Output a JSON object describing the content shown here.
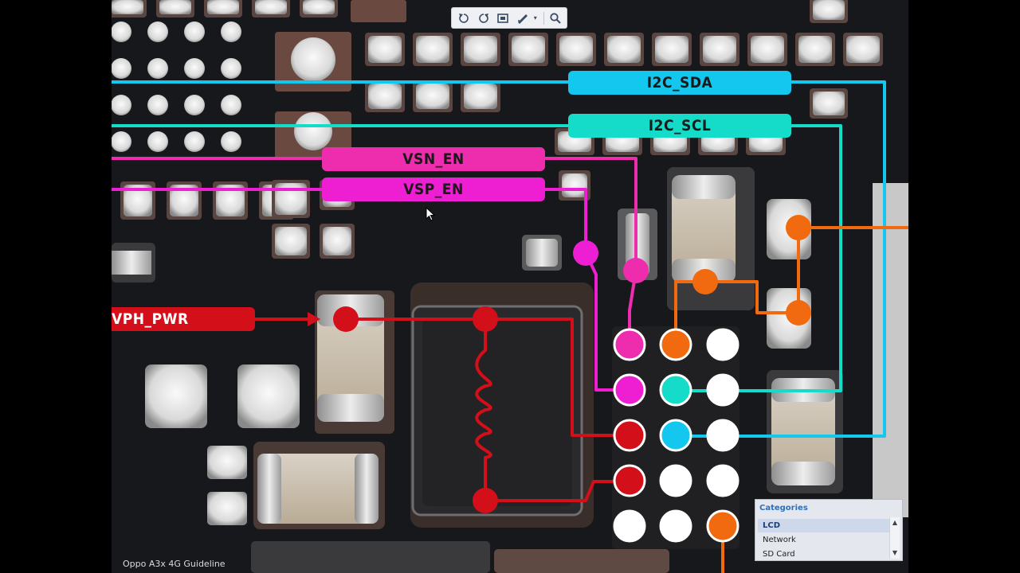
{
  "viewer": {
    "watermark": "Oppo A3x 4G Guideline",
    "toolbar": {
      "rotate_left_icon": "rotate-left-icon",
      "rotate_right_icon": "rotate-right-icon",
      "fit_icon": "fit-screen-icon",
      "pen_icon": "pen-tool-icon",
      "dropdown_icon": "chevron-down-icon",
      "search_icon": "search-icon"
    }
  },
  "nets": {
    "i2c_sda": {
      "label": "I2C_SDA",
      "color": "#13c7ee"
    },
    "i2c_scl": {
      "label": "I2C_SCL",
      "color": "#14dcc8"
    },
    "vsn_en": {
      "label": "VSN_EN",
      "color": "#ee2cae"
    },
    "vsp_en": {
      "label": "VSP_EN",
      "color": "#ee1ed2"
    },
    "vph_pwr": {
      "label": "VPH_PWR",
      "color": "#d30f1a"
    },
    "orange_net": {
      "color": "#f26a10"
    }
  },
  "categories": {
    "title": "Categories",
    "items": [
      "LCD",
      "Network",
      "SD Card"
    ],
    "selected": "LCD"
  }
}
